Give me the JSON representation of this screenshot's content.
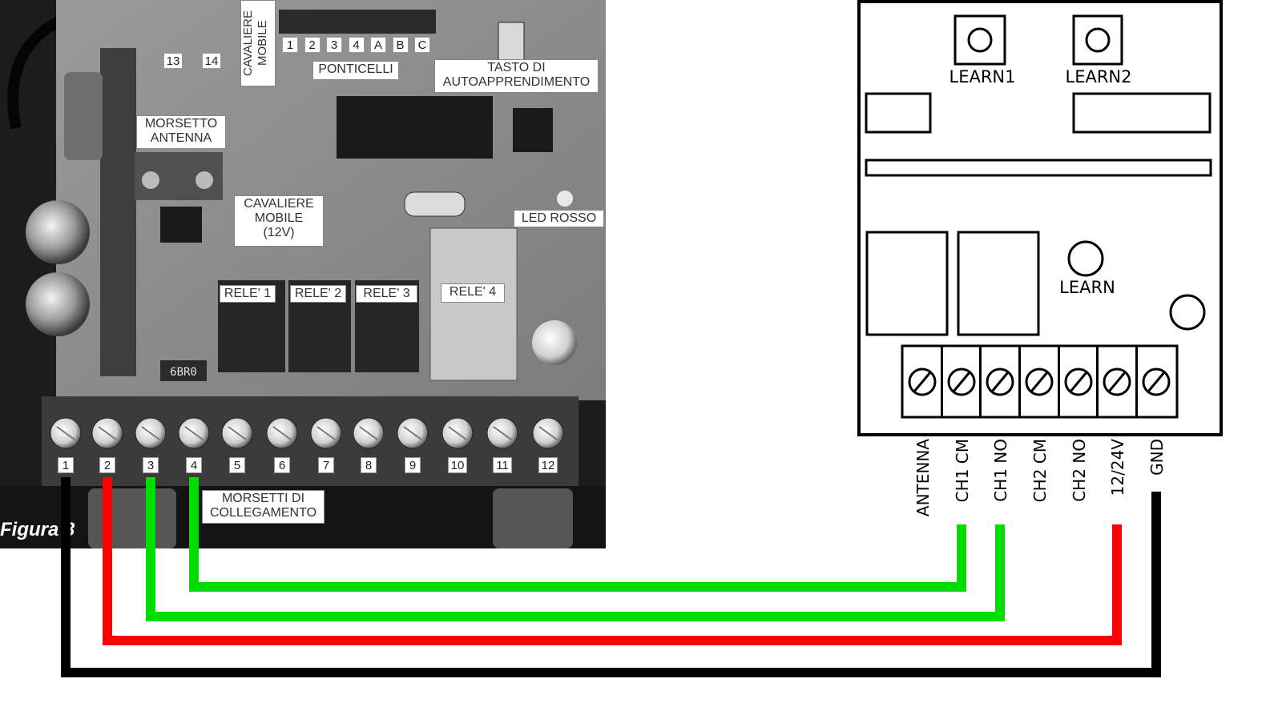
{
  "figure_caption": "Figura 3",
  "left_board": {
    "labels": {
      "cavaliere_mobile_top": "CAVALIERE\nMOBILE",
      "ponticelli": "PONTICELLI",
      "tasto": "TASTO  DI\nAUTOAPPRENDIMENTO",
      "morsetto_antenna": "MORSETTO\nANTENNA",
      "cavaliere_mobile_12v": "CAVALIERE\nMOBILE\n(12V)",
      "led_rosso": "LED  ROSSO",
      "rele1": "RELE' 1",
      "rele2": "RELE' 2",
      "rele3": "RELE' 3",
      "rele4": "RELE'  4",
      "morsetti": "MORSETTI  DI\nCOLLEGAMENTO"
    },
    "jumpers": [
      "1",
      "2",
      "3",
      "4",
      "A",
      "B",
      "C"
    ],
    "antenna_terminals": [
      "13",
      "14"
    ],
    "terminals": [
      "1",
      "2",
      "3",
      "4",
      "5",
      "6",
      "7",
      "8",
      "9",
      "10",
      "11",
      "12"
    ],
    "chip_marking": "6BR0"
  },
  "right_module": {
    "learn1": "LEARN1",
    "learn2": "LEARN2",
    "learn": "LEARN",
    "pins": [
      "ANTENNA",
      "CH1 CM",
      "CH1 NO",
      "CH2 CM",
      "CH2 NO",
      "12/24V",
      "GND"
    ]
  },
  "wires": [
    {
      "from": "1",
      "to": "GND",
      "color": "#000000"
    },
    {
      "from": "2",
      "to": "12/24V",
      "color": "#ff0000"
    },
    {
      "from": "3",
      "to": "CH1 NO",
      "color": "#00dd00"
    },
    {
      "from": "4",
      "to": "CH1 CM",
      "color": "#00dd00"
    }
  ],
  "colors": {
    "board_bg": "#1c1c1c",
    "pcb": "#8a8a8a",
    "wire_black": "#000000",
    "wire_red": "#ff0000",
    "wire_green": "#00dd00"
  }
}
